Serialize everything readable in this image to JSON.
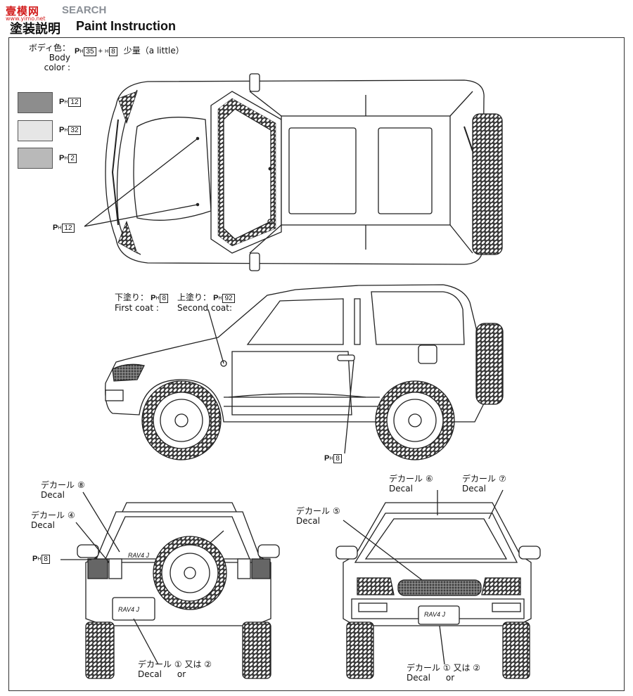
{
  "watermark": {
    "logo": "壹模网",
    "logo_sub": "www.yimo.net",
    "text": "SEARCH"
  },
  "header": {
    "title_jp": "塗装説明",
    "title_en": "Paint Instruction"
  },
  "body_color": {
    "label_jp": "ボディ色：",
    "label_en": "Body color :",
    "code1": "35",
    "plus": "+",
    "code2": "8",
    "note": "少量（a little）"
  },
  "swatches": [
    {
      "code": "12",
      "color": "#8d8d8d"
    },
    {
      "code": "32",
      "color": "#e6e6e6"
    },
    {
      "code": "2",
      "color": "#b9b9b9"
    }
  ],
  "hood_callout": {
    "code": "12"
  },
  "side_view": {
    "first_jp": "下塗り：",
    "first_code": "8",
    "first_en": "First coat :",
    "second_jp": "上塗り：",
    "second_code": "92",
    "second_en": "Second coat:",
    "bumper_code": "8"
  },
  "rear_view": {
    "decal8_jp": "デカール",
    "decal8_en": "Decal",
    "decal8_num": "⑧",
    "decal4_jp": "デカール",
    "decal4_en": "Decal",
    "decal4_num": "④",
    "lamp_code": "8",
    "badge": "RAV4 J",
    "plate": "RAV4 J",
    "bottom_jp": "デカール",
    "bottom_en": "Decal",
    "bottom_n1": "①",
    "bottom_or_jp": "又は",
    "bottom_or_en": "or",
    "bottom_n2": "②"
  },
  "front_view": {
    "decal6_jp": "デカール",
    "decal6_en": "Decal",
    "decal6_num": "⑥",
    "decal7_jp": "デカール",
    "decal7_en": "Decal",
    "decal7_num": "⑦",
    "decal5_jp": "デカール",
    "decal5_en": "Decal",
    "decal5_num": "⑤",
    "plate": "RAV4 J",
    "bottom_jp": "デカール",
    "bottom_en": "Decal",
    "bottom_n1": "①",
    "bottom_or_jp": "又は",
    "bottom_or_en": "or",
    "bottom_n2": "②"
  }
}
